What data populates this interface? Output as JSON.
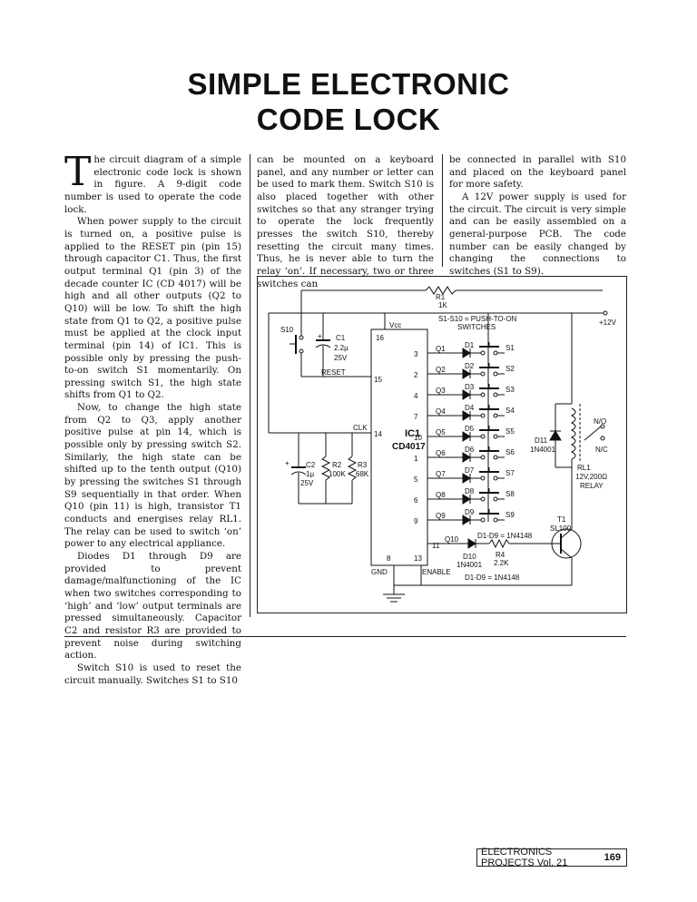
{
  "article": {
    "title_line1": "SIMPLE ELECTRONIC",
    "title_line2": "CODE LOCK",
    "drop_cap": "T",
    "col1_p1": "he circuit diagram of a simple electronic code lock is shown in figure. A 9-digit code number is used to operate the code lock.",
    "col1_p2": "When power supply to the circuit is turned on, a positive pulse is applied to the RESET pin (pin 15) through capacitor C1. Thus, the first output terminal Q1 (pin 3) of the decade counter IC (CD 4017) will be high and all other outputs (Q2 to Q10) will be low. To shift the high state from Q1 to Q2, a positive pulse must be applied at the clock input terminal (pin 14) of IC1. This is possible only by pressing the push-to-on switch S1 momentarily. On pressing switch S1, the high state shifts from Q1 to Q2.",
    "col1_p3": "Now, to change the high state from Q2 to Q3, apply another positive pulse at pin 14, which is possible only by pressing switch S2. Similarly, the high state can be shifted up to the tenth output (Q10) by pressing the switches S1 through S9 sequentially in that order. When Q10 (pin 11) is high, transistor T1 conducts and energises relay RL1. The relay can be used to switch ‘on’ power to any electrical appliance.",
    "col1_p4": "Diodes D1 through D9 are provided to prevent damage/malfunctioning of the IC when two switches corresponding to ‘high’ and ‘low’ output terminals are pressed simultaneously. Capacitor C2 and resistor R3 are provided to prevent noise during switching action.",
    "col1_p5": "Switch S10 is used to reset the circuit manually. Switches S1 to S10",
    "col2_p1": "can be mounted on a keyboard panel, and any number or letter can be used to mark them. Switch S10 is also placed together with other switches so that any stranger trying to operate the lock frequently presses the switch S10, thereby resetting the circuit many times. Thus, he is never able to turn the relay ‘on’. If necessary, two or three switches can",
    "col3_p1": "be connected in parallel with S10 and placed on the keyboard panel for more safety.",
    "col3_p2": "A 12V power supply is used for the circuit. The circuit is very simple and can be easily assembled on a general-purpose PCB. The code number can be easily changed by changing the connections to switches (S1 to S9)."
  },
  "circuit": {
    "r1": "R1",
    "r1_val": "1K",
    "switch_note_1": "S1-S10 = PUSH-TO-ON",
    "switch_note_2": "SWITCHES",
    "vcc_label": "Vcc",
    "supply": "+12V",
    "s10": "S10",
    "c1": "C1",
    "c1_val": "2.2µ",
    "c1_volt": "25V",
    "reset": "RESET",
    "pin16": "16",
    "pin15": "15",
    "pin14": "14",
    "pin8": "8",
    "pin13": "13",
    "clk": "CLK",
    "ic_name": "IC1",
    "ic_part": "CD4017",
    "c2": "C2",
    "c2_val": "1µ",
    "c2_volt": "25V",
    "r2": "R2",
    "r2_val": "100K",
    "r3": "R3",
    "r3_val": "68K",
    "gnd": "GND",
    "enable": "ENABLE",
    "outputs": [
      {
        "q": "Q1",
        "pin": "3",
        "d": "D1",
        "s": "S1"
      },
      {
        "q": "Q2",
        "pin": "2",
        "d": "D2",
        "s": "S2"
      },
      {
        "q": "Q3",
        "pin": "4",
        "d": "D3",
        "s": "S3"
      },
      {
        "q": "Q4",
        "pin": "7",
        "d": "D4",
        "s": "S4"
      },
      {
        "q": "Q5",
        "pin": "10",
        "d": "D5",
        "s": "S5"
      },
      {
        "q": "Q6",
        "pin": "1",
        "d": "D6",
        "s": "S6"
      },
      {
        "q": "Q7",
        "pin": "5",
        "d": "D7",
        "s": "S7"
      },
      {
        "q": "Q8",
        "pin": "6",
        "d": "D8",
        "s": "S8"
      },
      {
        "q": "Q9",
        "pin": "9",
        "d": "D9",
        "s": "S9"
      }
    ],
    "q10": "Q10",
    "pin11": "11",
    "diode_note": "D1-D9 = 1N4148",
    "d10": "D10",
    "d10_val": "1N4001",
    "r4": "R4",
    "r4_val": "2.2K",
    "diode_note2": "D1-D9 = 1N4148",
    "d11": "D11",
    "d11_val": "1N4001",
    "no": "N/O",
    "nc": "N/C",
    "rl1": "RL1",
    "rl1_val": "12V,200Ω",
    "rl1_type": "RELAY",
    "t1": "T1",
    "t1_val": "SL100"
  },
  "footer": {
    "magazine": "ELECTRONICS PROJECTS Vol. 21",
    "page": "169"
  }
}
